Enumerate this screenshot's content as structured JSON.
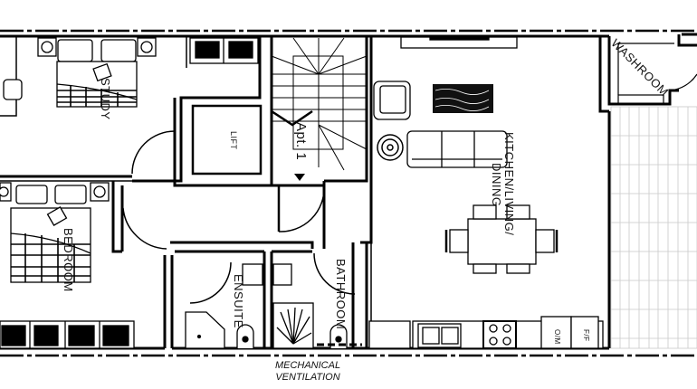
{
  "plan": {
    "title": "Apartment floor plan",
    "colors": {
      "wall": "#000000",
      "background": "#ffffff",
      "tile_grid": "#c8c8c8"
    },
    "rooms": [
      {
        "id": "study",
        "label": "STUDY"
      },
      {
        "id": "bedroom",
        "label": "BEDROOM"
      },
      {
        "id": "lift",
        "label": "LIFT"
      },
      {
        "id": "stair",
        "label": "Apt. 1"
      },
      {
        "id": "ensuite",
        "label": "ENSUITE"
      },
      {
        "id": "bathroom",
        "label": "BATHROOM"
      },
      {
        "id": "kitchen",
        "label": "KITCHEN/LIVING/"
      },
      {
        "id": "dining",
        "label": "DINING"
      },
      {
        "id": "washroom",
        "label": "WASHROOM"
      }
    ],
    "appliances": {
      "oven_micro": "O/M",
      "fridge_freezer": "F/F"
    },
    "caption": {
      "line1": "MECHANICAL",
      "line2": "VENTILATION"
    }
  }
}
